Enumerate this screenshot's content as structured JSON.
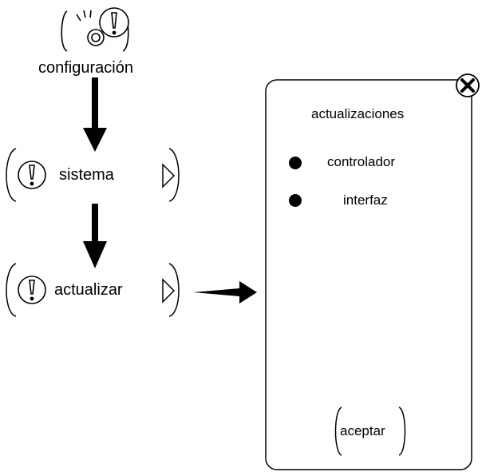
{
  "flow": {
    "settings": {
      "label": "configuración",
      "icon": "settings-alert-icon"
    },
    "system": {
      "label": "sistema",
      "icon": "alert-icon",
      "chevron": "chevron-right-icon"
    },
    "update": {
      "label": "actualizar",
      "icon": "alert-icon",
      "chevron": "chevron-right-icon"
    }
  },
  "dialog": {
    "title": "actualizaciones",
    "options": [
      {
        "label": "controlador",
        "selected": true
      },
      {
        "label": "interfaz",
        "selected": true
      }
    ],
    "accept_label": "aceptar",
    "close_icon": "close-icon"
  }
}
